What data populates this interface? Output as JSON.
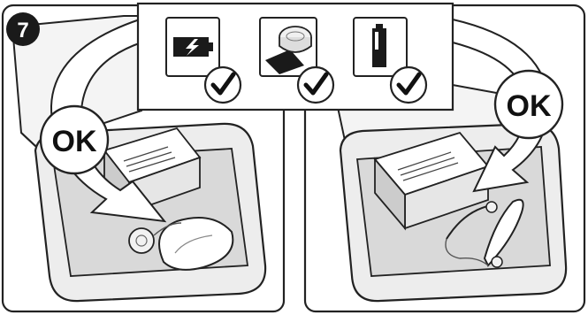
{
  "step": {
    "number": "7"
  },
  "panels": [
    {
      "ok_label": "OK",
      "device": "hearing-aid-standard"
    },
    {
      "ok_label": "OK",
      "device": "hearing-aid-open-fit"
    }
  ],
  "checklist": [
    {
      "icon": "charged-battery-icon",
      "checked": true
    },
    {
      "icon": "button-cell-battery-icon",
      "checked": true
    },
    {
      "icon": "aa-battery-icon",
      "checked": true
    }
  ],
  "colors": {
    "line": "#222222",
    "arrow": "#ffffff",
    "background": "#ffffff"
  }
}
